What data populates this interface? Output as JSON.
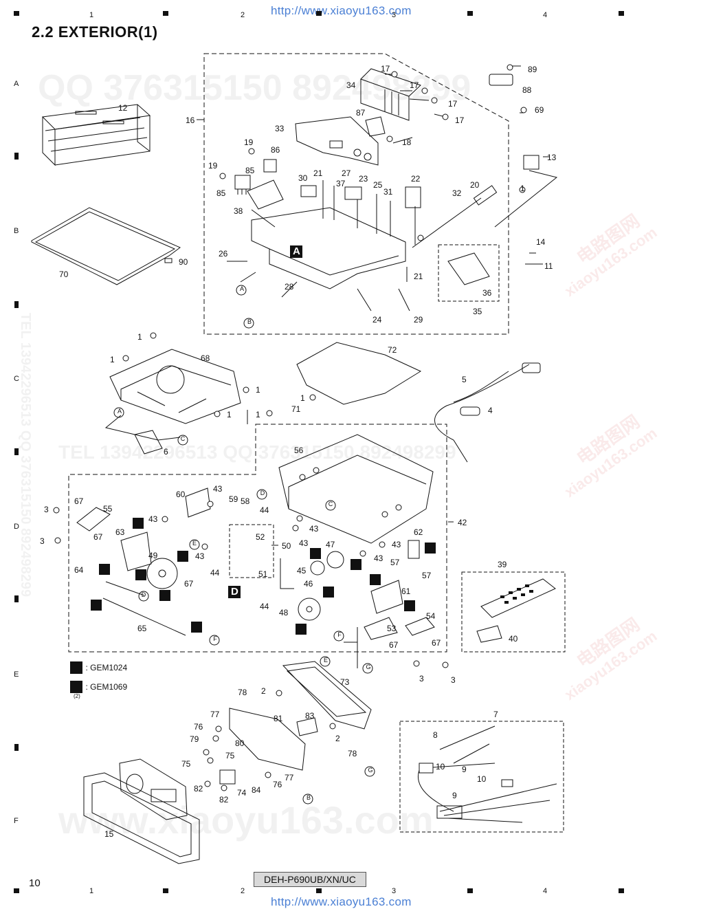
{
  "header": {
    "url_top": "http://www.xiaoyu163.com",
    "title": "2.2  EXTERIOR(1)"
  },
  "footer": {
    "page_number": "10",
    "model": "DEH-P690UB/XN/UC",
    "url_bottom": "http://www.xiaoyu163.com"
  },
  "grid": {
    "columns": [
      "1",
      "2",
      "3",
      "4"
    ],
    "rows": [
      "A",
      "B",
      "C",
      "D",
      "E",
      "F"
    ]
  },
  "legend": {
    "items": [
      {
        "code": ": GEM1024",
        "note": ""
      },
      {
        "code": ": GEM1069",
        "note": "(2)"
      }
    ]
  },
  "section_markers": {
    "A": "A",
    "D": "D"
  },
  "circle_refs": [
    "A",
    "B",
    "C",
    "D",
    "E",
    "F",
    "G"
  ],
  "watermarks": {
    "qq": "QQ 376315150  892498299",
    "tel": "TEL 13942296513",
    "tel_qq": "TEL 13942296513  QQ 376315150 892498299",
    "www": "www.xiaoyu163.com",
    "side_cn": "电路图网",
    "side_url": "xiaoyu163.com"
  },
  "part_labels": [
    "1",
    "2",
    "3",
    "4",
    "5",
    "6",
    "7",
    "8",
    "9",
    "10",
    "11",
    "12",
    "13",
    "14",
    "15",
    "16",
    "17",
    "18",
    "19",
    "20",
    "21",
    "22",
    "23",
    "24",
    "25",
    "26",
    "27",
    "28",
    "29",
    "30",
    "31",
    "32",
    "33",
    "34",
    "35",
    "36",
    "37",
    "38",
    "39",
    "40",
    "42",
    "43",
    "44",
    "45",
    "46",
    "47",
    "48",
    "49",
    "50",
    "51",
    "52",
    "53",
    "54",
    "55",
    "56",
    "57",
    "58",
    "59",
    "60",
    "61",
    "62",
    "63",
    "64",
    "65",
    "67",
    "68",
    "69",
    "70",
    "71",
    "72",
    "73",
    "74",
    "75",
    "76",
    "77",
    "78",
    "79",
    "80",
    "81",
    "82",
    "83",
    "84",
    "85",
    "86",
    "87",
    "88",
    "89",
    "90"
  ]
}
